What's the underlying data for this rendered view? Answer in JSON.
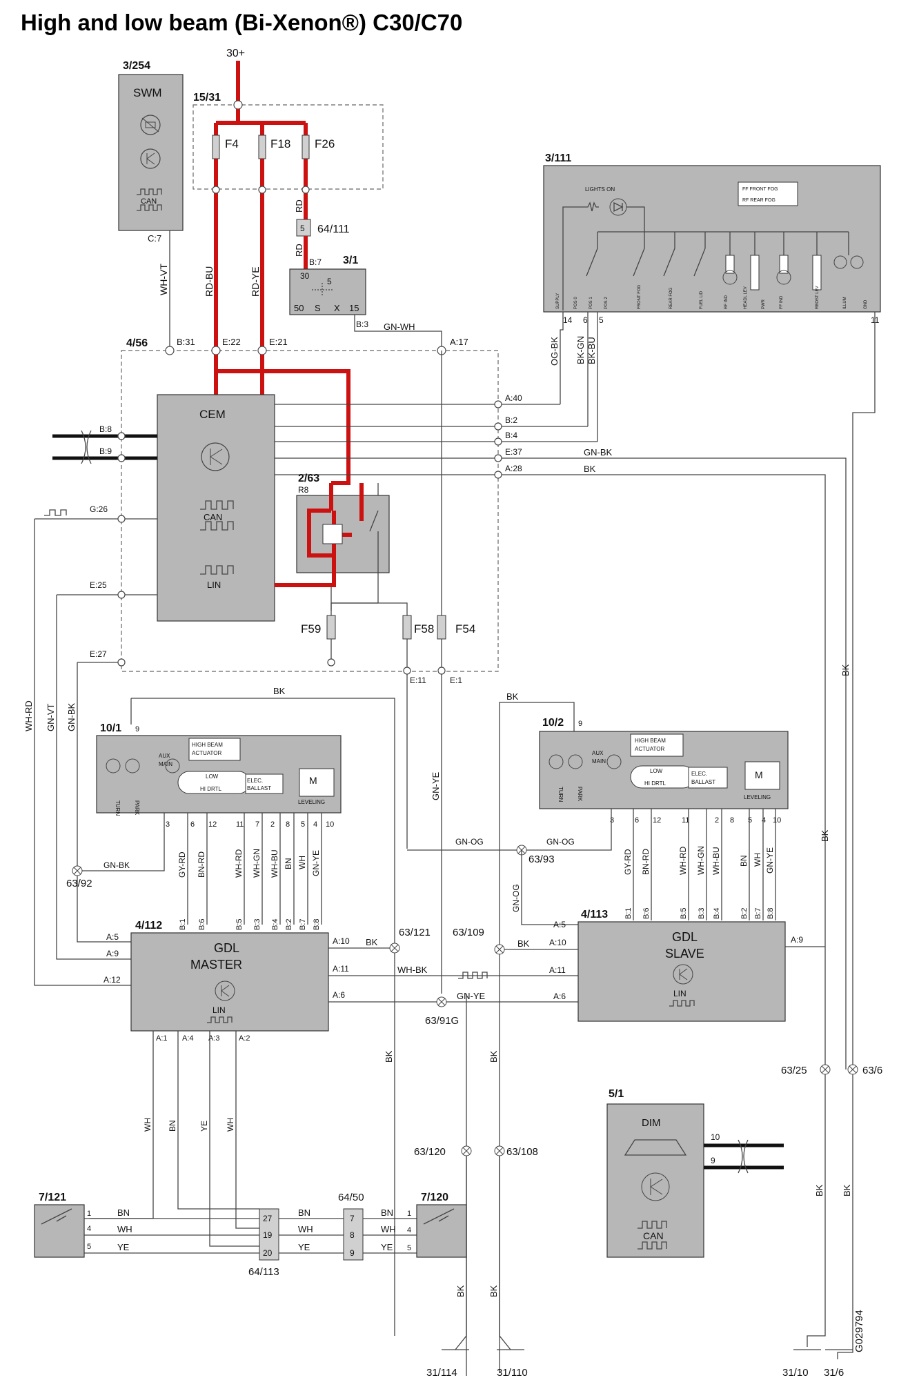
{
  "title": "High and low beam (Bi-Xenon®) C30/C70",
  "figure_id": "G029794",
  "supply_label": "30+",
  "components": {
    "swm": {
      "ref": "3/254",
      "name": "SWM",
      "can": "CAN",
      "pin": "C:7"
    },
    "fusebox": {
      "ref": "15/31"
    },
    "fuse_f4": "F4",
    "fuse_f18": "F18",
    "fuse_f26": "F26",
    "conn_64_111": {
      "ref": "64/111",
      "pin": "5"
    },
    "relay_3_1": {
      "ref": "3/1",
      "pin_b7": "B:7",
      "pin30": "30",
      "pin5": "5",
      "pin50": "50",
      "pinS": "S",
      "pinX": "X",
      "pin15": "15",
      "pin_b3": "B:3"
    },
    "lightswitch": {
      "ref": "3/111",
      "lights_on": "LIGHTS ON",
      "ff_front": "FF   FRONT FOG",
      "rf_rear": "RF    REAR FOG",
      "pins": [
        "SUPPLY",
        "POS 0",
        "POS 1",
        "POS 2",
        "FRONT FOG",
        "REAR FOG",
        "FUEL LID",
        "RF IND",
        "HEADL LEV",
        "PWR",
        "FF IND",
        "RBOST LEV",
        "ILLUM",
        "GND"
      ],
      "pin14": "14",
      "pin6": "6",
      "pin5": "5",
      "pin11": "11"
    },
    "cem": {
      "ref": "4/56",
      "name": "CEM",
      "can": "CAN",
      "lin": "LIN"
    },
    "relay_2_63": {
      "ref": "2/63",
      "sub": "R8"
    },
    "fuse_f59": "F59",
    "fuse_f58": "F58",
    "fuse_f54": "F54",
    "hl_left": {
      "ref": "10/1",
      "pin9": "9",
      "high_beam": "HIGH BEAM",
      "actuator": "ACTUATOR",
      "aux": "AUX",
      "main": "MAIN",
      "low": "LOW",
      "hi_drtl": "HI DRTL",
      "elec": "ELEC.",
      "ballast": "BALLAST",
      "leveling": "LEVELING",
      "turn": "TURN",
      "park": "PARK",
      "pins": [
        "3",
        "6",
        "12",
        "11",
        "7",
        "2",
        "8",
        "5",
        "4",
        "10"
      ]
    },
    "hl_right": {
      "ref": "10/2",
      "pin9": "9",
      "high_beam": "HIGH BEAM",
      "actuator": "ACTUATOR",
      "aux": "AUX",
      "main": "MAIN",
      "low": "LOW",
      "hi_drtl": "HI DRTL",
      "elec": "ELEC.",
      "ballast": "BALLAST",
      "leveling": "LEVELING",
      "turn": "TURN",
      "park": "PARK",
      "pins": [
        "3",
        "6",
        "12",
        "11",
        "2",
        "8",
        "5",
        "4",
        "10"
      ]
    },
    "gdl_master": {
      "ref": "4/112",
      "name1": "GDL",
      "name2": "MASTER",
      "lin": "LIN"
    },
    "gdl_slave": {
      "ref": "4/113",
      "name1": "GDL",
      "name2": "SLAVE",
      "lin": "LIN"
    },
    "dim": {
      "ref": "5/1",
      "name": "DIM",
      "can": "CAN",
      "pin10": "10",
      "pin9": "9"
    },
    "sensor_left": {
      "ref": "7/121",
      "pins": [
        "1",
        "4",
        "5"
      ]
    },
    "sensor_right": {
      "ref": "7/120",
      "pins": [
        "1",
        "4",
        "5"
      ]
    },
    "conn_64_113": {
      "ref": "64/113",
      "pins": [
        "27",
        "19",
        "20"
      ]
    },
    "conn_64_50": {
      "ref": "64/50",
      "pins": [
        "7",
        "8",
        "9"
      ]
    }
  },
  "cem_pins": {
    "b31": "B:31",
    "e22": "E:22",
    "e21": "E:21",
    "a17": "A:17",
    "a40": "A:40",
    "b2": "B:2",
    "b4": "B:4",
    "e37": "E:37",
    "a28": "A:28",
    "b8": "B:8",
    "b9": "B:9",
    "g26": "G:26",
    "e25": "E:25",
    "e27": "E:27",
    "e11": "E:11",
    "e1": "E:1"
  },
  "gdl_master_pins": {
    "top": [
      "B:1",
      "B:6",
      "B:5",
      "B:3",
      "B:4",
      "B:2",
      "B:7",
      "B:8"
    ],
    "left": [
      "A:5",
      "A:9",
      "A:12"
    ],
    "right": [
      "A:10",
      "A:11",
      "A:6"
    ],
    "bottom": [
      "A:1",
      "A:4",
      "A:3",
      "A:2"
    ]
  },
  "gdl_slave_pins": {
    "top": [
      "B:1",
      "B:6",
      "B:5",
      "B:3",
      "B:4",
      "B:2",
      "B:7",
      "B:8"
    ],
    "left": [
      "A:5",
      "A:10",
      "A:11",
      "A:6"
    ],
    "right": [
      "A:9"
    ]
  },
  "wire_colors": {
    "wh_vt": "WH-VT",
    "rd_bu": "RD-BU",
    "rd_ye": "RD-YE",
    "rd": "RD",
    "gn_wh": "GN-WH",
    "og_bk": "OG-BK",
    "bk_gn": "BK-GN",
    "bk_bu": "BK-BU",
    "gn_bk": "GN-BK",
    "bk": "BK",
    "wh_rd": "WH-RD",
    "gn_vt": "GN-VT",
    "gy_rd": "GY-RD",
    "bn_rd": "BN-RD",
    "wh_gn": "WH-GN",
    "wh_bu": "WH-BU",
    "bn": "BN",
    "wh": "WH",
    "gn_ye": "GN-YE",
    "gn_og": "GN-OG",
    "wh_bk": "WH-BK",
    "ye": "YE"
  },
  "splices": {
    "s63_92": "63/92",
    "s63_93": "63/93",
    "s63_121": "63/121",
    "s63_109": "63/109",
    "s63_91g": "63/91G",
    "s63_120": "63/120",
    "s63_108": "63/108",
    "s63_25": "63/25",
    "s63_6": "63/6"
  },
  "grounds": {
    "g31_114": "31/114",
    "g31_110": "31/110",
    "g31_10": "31/10",
    "g31_6": "31/6"
  }
}
